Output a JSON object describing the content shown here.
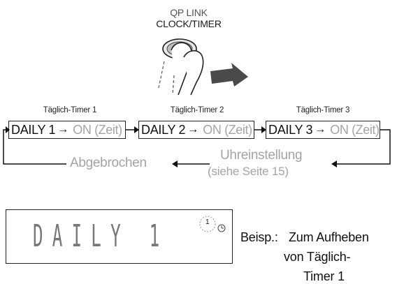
{
  "header": {
    "qp_link": "QP LINK",
    "clock_timer": "CLOCK/TIMER"
  },
  "timers": [
    {
      "label": "Täglich-Timer 1",
      "daily": "DAILY 1",
      "on": "ON (Zeit)"
    },
    {
      "label": "Täglich-Timer 2",
      "daily": "DAILY 2",
      "on": "ON (Zeit)"
    },
    {
      "label": "Täglich-Timer 3",
      "daily": "DAILY 3",
      "on": "ON (Zeit)"
    }
  ],
  "arrow_glyph": "→",
  "return_flow": {
    "abgebrochen": "Abgebrochen",
    "uhreinstellung": "Uhreinstellung",
    "siehe_seite": "(siehe Seite 15)"
  },
  "lcd": {
    "display_text": "DAILY 1",
    "timer_indicator": "1"
  },
  "example": {
    "prefix": "Beisp.:",
    "line1": "Zum Aufheben",
    "line2": "von Täglich-",
    "line3": "Timer 1"
  }
}
